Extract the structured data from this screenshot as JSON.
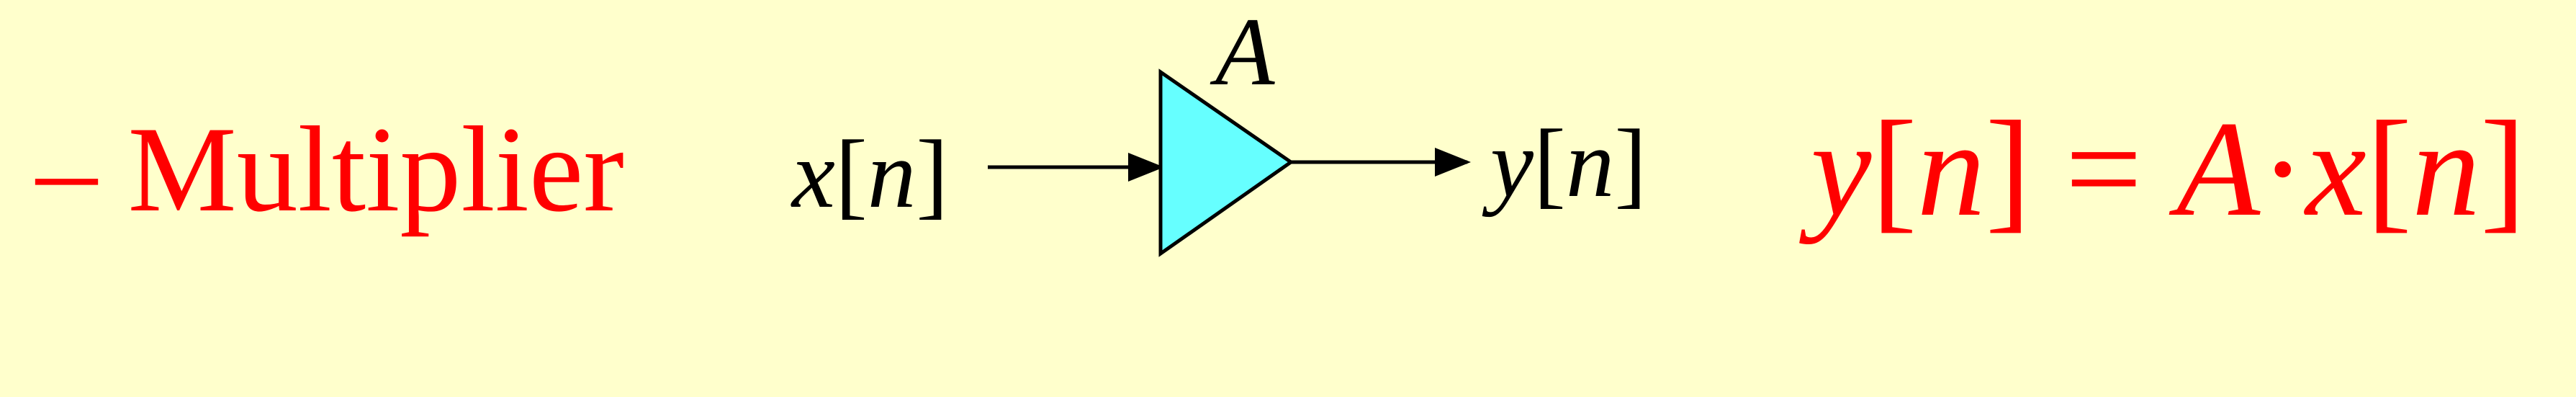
{
  "bullet": {
    "dash": "–",
    "text": "Multiplier"
  },
  "input": {
    "var": "x",
    "index": "n"
  },
  "output": {
    "var": "y",
    "index": "n"
  },
  "gain": "A",
  "equation": {
    "lhs_var": "y",
    "lhs_index": "n",
    "equals": "=",
    "coef": "A",
    "dot": "·",
    "rhs_var": "x",
    "rhs_index": "n"
  },
  "colors": {
    "background": "#ffffcc",
    "accent": "#ff0000",
    "triangle_fill": "#66ffff",
    "stroke": "#000000"
  }
}
